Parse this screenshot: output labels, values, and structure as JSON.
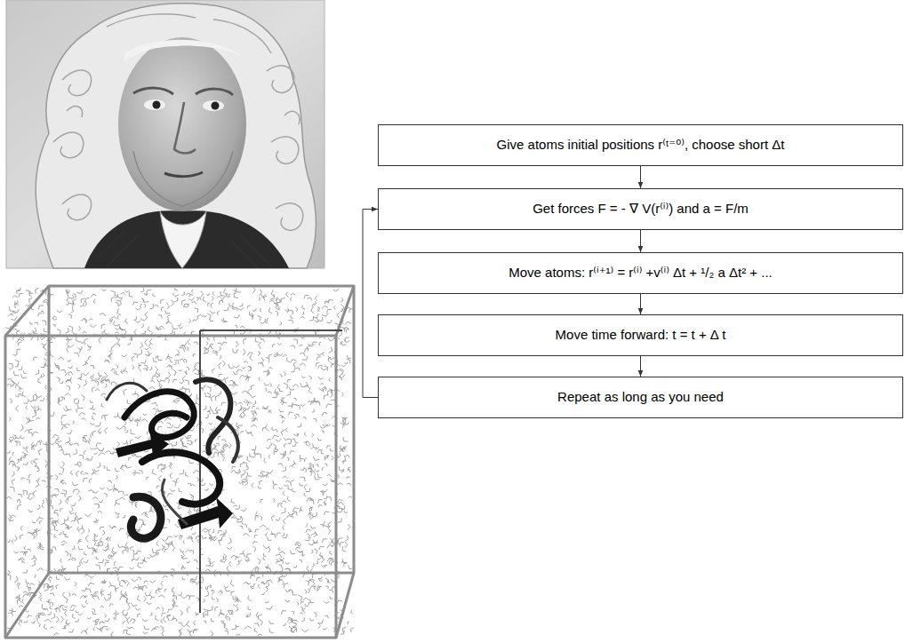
{
  "diagram": {
    "nodes": [
      {
        "text": [
          "Give atoms initial positions r⁽ᵗ⁼⁰⁾, choose short Δt"
        ]
      },
      {
        "text": [
          "Get forces F = - ∇ V(r⁽ⁱ⁾) and a = F/m"
        ]
      },
      {
        "text": [
          "Move atoms: r⁽ⁱ⁺¹⁾ = r⁽ⁱ⁾ +v⁽ⁱ⁾ Δt + ¹/₂ a Δt² + ..."
        ]
      },
      {
        "text": [
          "Move time forward: t = t + Δ t"
        ]
      },
      {
        "text": [
          "Repeat as long as you need"
        ]
      }
    ],
    "edges": [
      {
        "from": 0,
        "to": 1,
        "arrow": "to"
      },
      {
        "from": 1,
        "to": 2,
        "arrow": "to"
      },
      {
        "from": 2,
        "to": 3,
        "arrow": "to"
      },
      {
        "from": 3,
        "to": 4,
        "arrow": "to"
      },
      {
        "from": 4,
        "to": 1,
        "arrow": "to"
      }
    ]
  }
}
